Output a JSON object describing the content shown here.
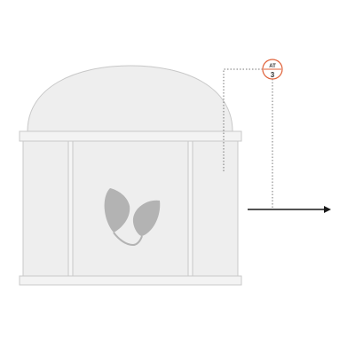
{
  "tank": {
    "fill_color": "#eeeeee",
    "stroke_color": "#c8c8c8",
    "icon": "leaf-icon",
    "icon_color": "#b3b3b3"
  },
  "instrument": {
    "function_letters": "AT",
    "tag_number": "3",
    "ring_color": "#e0623a",
    "text_color": "#333333"
  },
  "signal_line": {
    "style": "dotted",
    "color": "#777777"
  },
  "outlet": {
    "icon": "arrow-right-icon",
    "color": "#1a1a1a"
  }
}
